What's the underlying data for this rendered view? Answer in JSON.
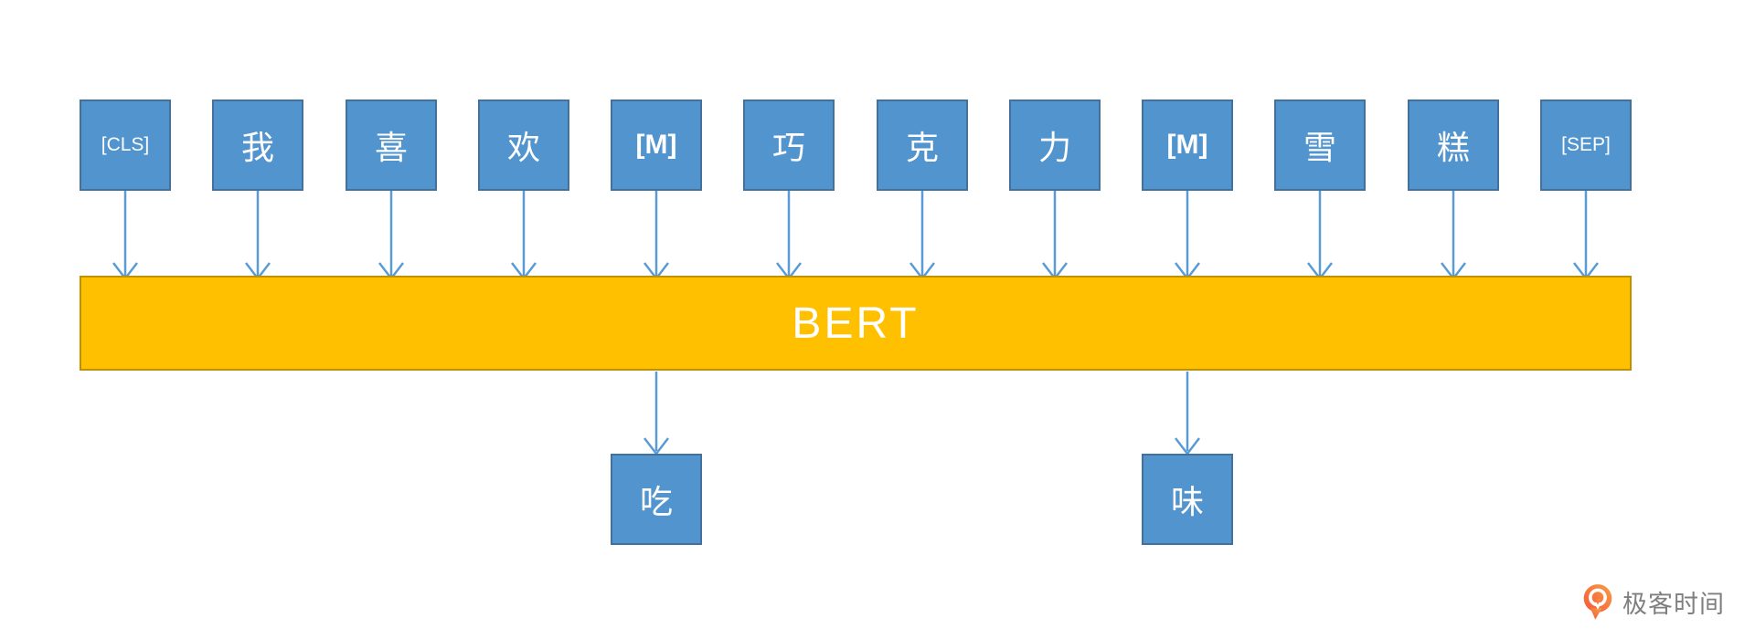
{
  "diagram": {
    "model_label": "BERT",
    "input_tokens": [
      {
        "label": "[CLS]",
        "type": "special"
      },
      {
        "label": "我",
        "type": "char"
      },
      {
        "label": "喜",
        "type": "char"
      },
      {
        "label": "欢",
        "type": "char"
      },
      {
        "label": "[M]",
        "type": "mask"
      },
      {
        "label": "巧",
        "type": "char"
      },
      {
        "label": "克",
        "type": "char"
      },
      {
        "label": "力",
        "type": "char"
      },
      {
        "label": "[M]",
        "type": "mask"
      },
      {
        "label": "雪",
        "type": "char"
      },
      {
        "label": "糕",
        "type": "char"
      },
      {
        "label": "[SEP]",
        "type": "special"
      }
    ],
    "output_tokens": [
      {
        "label": "吃"
      },
      {
        "label": "味"
      }
    ],
    "colors": {
      "blue_fill": "#5294CE",
      "blue_border": "#41719C",
      "orange_fill": "#FFC000",
      "orange_border": "#BF9000",
      "arrow": "#5B9BD5",
      "logo_orange": "#F7713F",
      "logo_text_gray": "#7F7F7F"
    }
  },
  "footer": {
    "logo_text": "极客时间"
  }
}
